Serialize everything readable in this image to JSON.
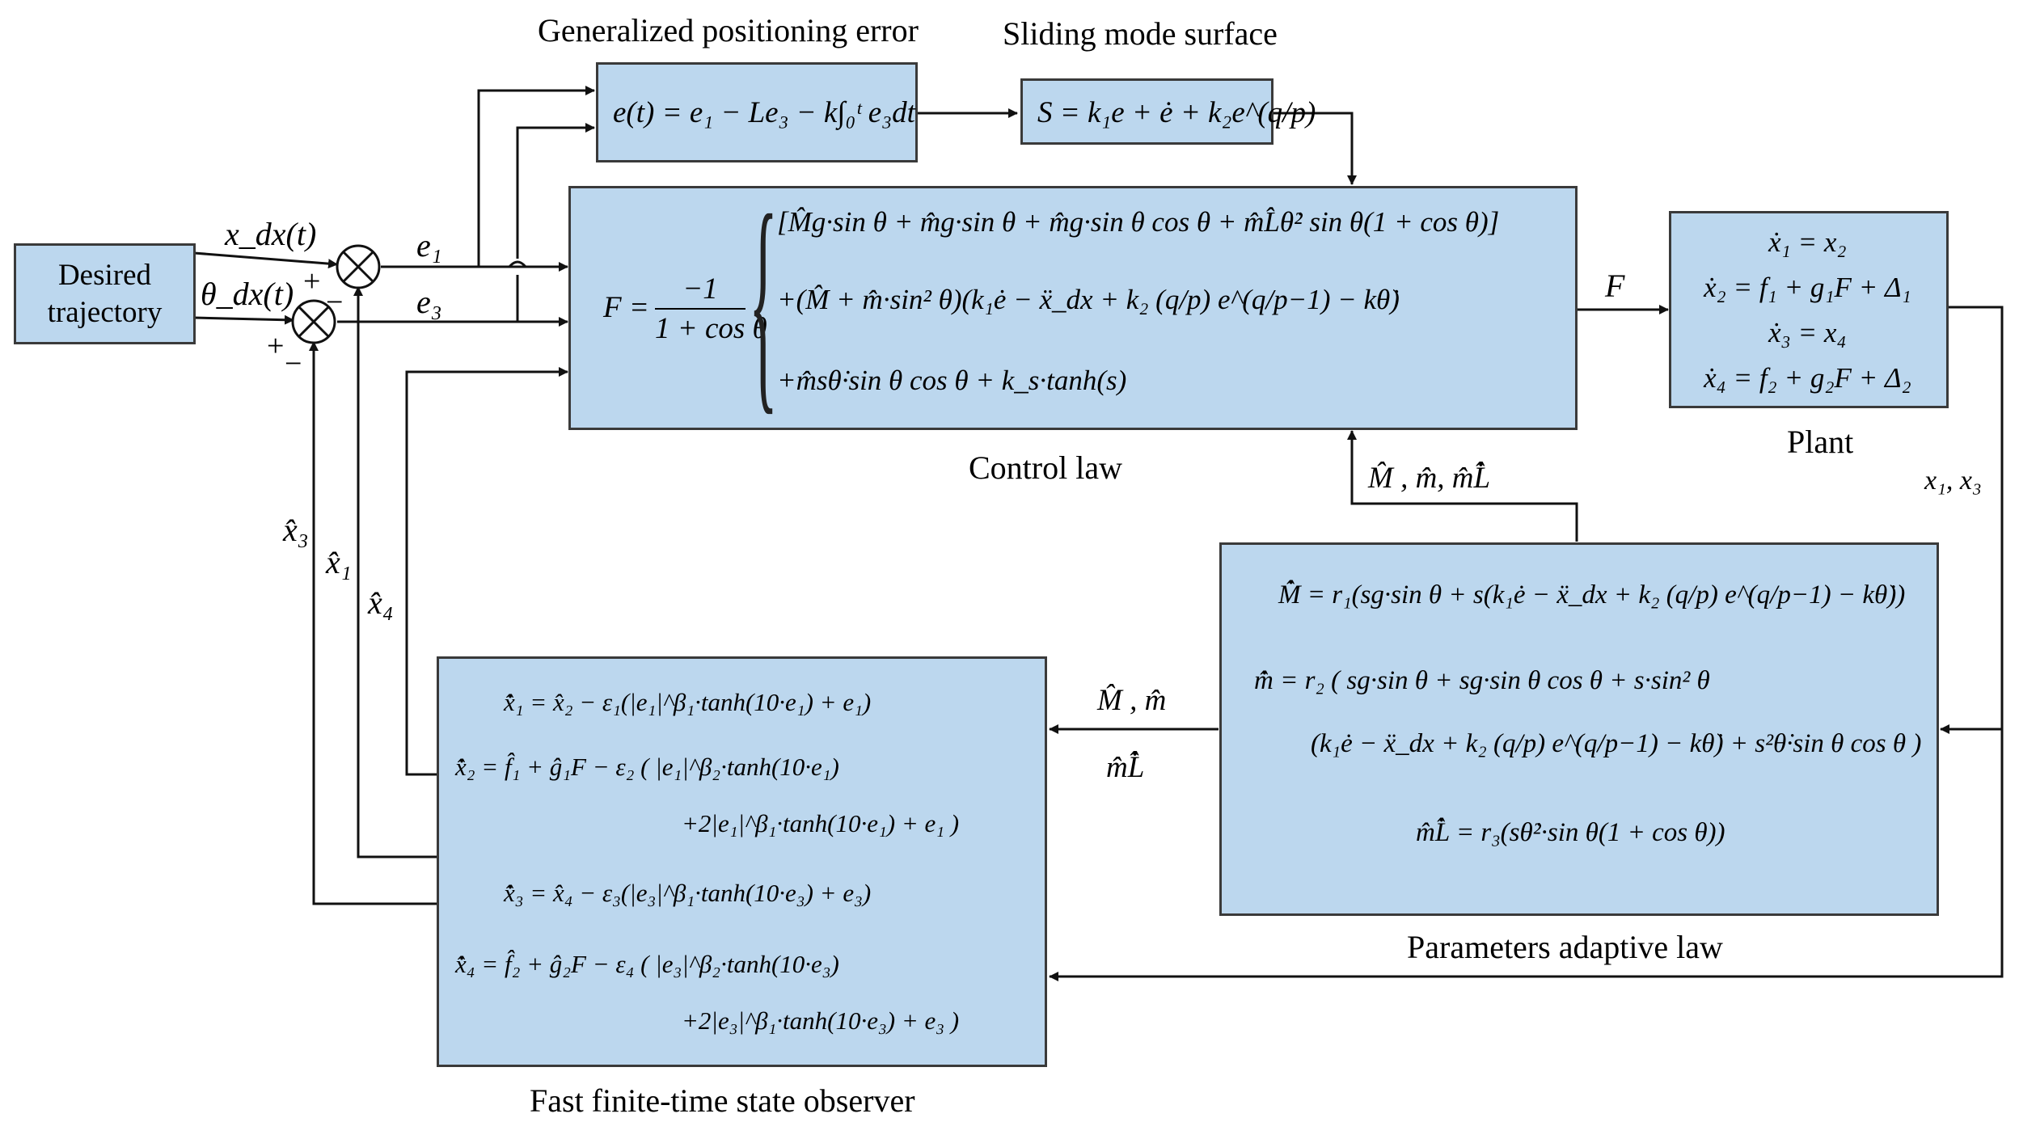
{
  "labels": {
    "gen_error_title": "Generalized positioning error",
    "sliding_title": "Sliding mode surface",
    "desired": "Desired trajectory",
    "control_law": "Control law",
    "plant": "Plant",
    "adaptive_law": "Parameters adaptive law",
    "observer": "Fast finite-time state observer"
  },
  "signals": {
    "x_dx": "x_dx(t)",
    "theta_dx": "θ_dx(t)",
    "e1": "e₁",
    "e3": "e₃",
    "F": "F",
    "x1x3": "x₁, x₃",
    "x3hat": "x̂₃",
    "x1hat": "x̂₁",
    "x4hat": "x̂₄",
    "params_to_control": "M̂ , m̂, m̂L̂̇",
    "params_to_observer_1": "M̂ , m̂",
    "params_to_observer_2": "m̂L̂̇",
    "plus": "+",
    "minus": "−"
  },
  "equations": {
    "gen_error": "e(t) = e₁ − Le₃ − k∫₀ᵗ e₃dt",
    "sliding": "S = k₁e + ė + k₂e^(q/p)",
    "control_lhs": "F =",
    "control_frac_num": "−1",
    "control_frac_den": "1 + cos θ",
    "control_l1": "[M̂g·sin θ + m̂g·sin θ + m̂g·sin θ cos θ + m̂L̂θ̇² sin θ(1 + cos θ)]",
    "control_l2": "+(M̂ + m̂·sin² θ)(k₁ė − ẍ_dx + k₂ (q/p) e^(q/p−1) − kθ̇)",
    "control_l3": "+m̂sθ̇·sin θ cos θ + k_s·tanh(s)",
    "plant_l1": "ẋ₁ = x₂",
    "plant_l2": "ẋ₂ = f₁ + g₁F + Δ₁",
    "plant_l3": "ẋ₃ = x₄",
    "plant_l4": "ẋ₄ = f₂ + g₂F + Δ₂",
    "adapt_l1": "M̂̇ = r₁(sg·sin θ + s(k₁ė − ẍ_dx + k₂ (q/p) e^(q/p−1) − kθ̇))",
    "adapt_l2a": "m̂̇ = r₂ ( sg·sin θ + sg·sin θ cos θ + s·sin² θ",
    "adapt_l2b": "(k₁ė − ẍ_dx + k₂ (q/p) e^(q/p−1) − kθ̇) + s²θ̇·sin θ cos θ )",
    "adapt_l3": "m̂L̂̇ = r₃(sθ̇²·sin θ(1 + cos θ))",
    "obs_l1": "x̂̇₁ = x̂₂ − ε₁(|e₁|^β₁·tanh(10·e₁) + e₁)",
    "obs_l2a": "x̂̇₂ = f̂₁ + ĝ₁F − ε₂ ( |e₁|^β₂·tanh(10·e₁)",
    "obs_l2b": "+2|e₁|^β₁·tanh(10·e₁) + e₁ )",
    "obs_l3": "x̂̇₃ = x̂₄ − ε₃(|e₃|^β₁·tanh(10·e₃) + e₃)",
    "obs_l4a": "x̂̇₄ = f̂₂ + ĝ₂F − ε₄ ( |e₃|^β₂·tanh(10·e₃)",
    "obs_l4b": "+2|e₃|^β₁·tanh(10·e₃) + e₃ )"
  },
  "colors": {
    "box_fill": "#bcd7ee",
    "box_border": "#3a3a3a",
    "line": "#111111"
  }
}
